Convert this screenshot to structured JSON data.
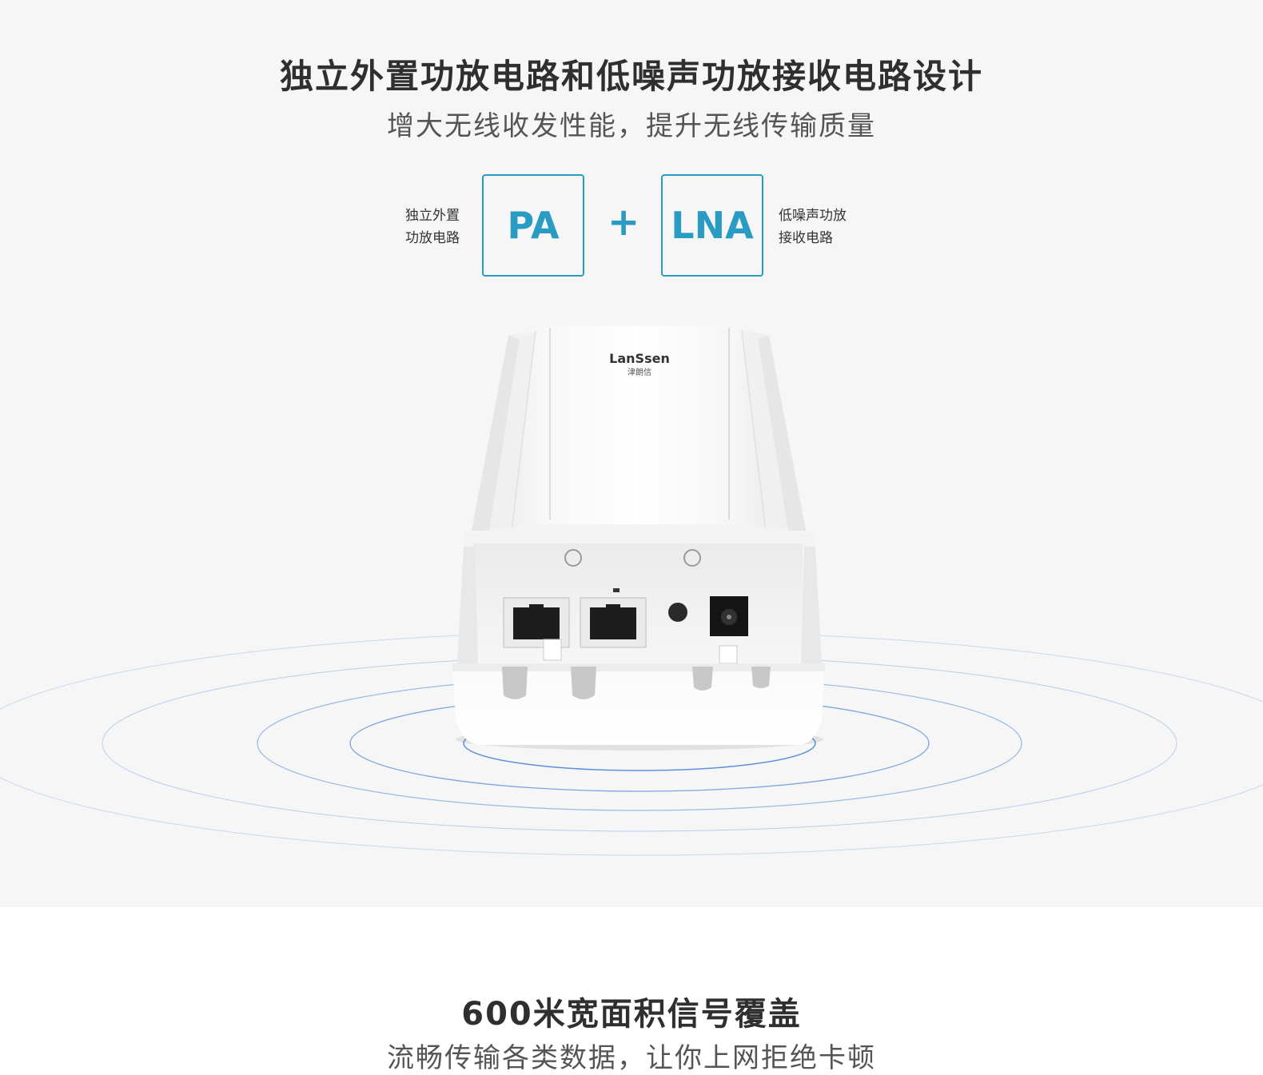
{
  "feature_section": {
    "headline": "独立外置功放电路和低噪声功放接收电路设计",
    "subhead": "增大无线收发性能，提升无线传输质量",
    "left_label_line1": "独立外置",
    "left_label_line2": "功放电路",
    "pa_box": "PA",
    "plus": "+",
    "lna_box": "LNA",
    "right_label_line1": "低噪声功放",
    "right_label_line2": "接收电路"
  },
  "device": {
    "brand": "LanSsen",
    "brand_cn": "津朗信"
  },
  "coverage_section": {
    "title": "600米宽面积信号覆盖",
    "subtitle": "流畅传输各类数据，让你上网拒绝卡顿"
  },
  "colors": {
    "accent": "#2a9cc3",
    "section_bg": "#f6f6f6",
    "signal_ring": "#2b6fd6"
  }
}
